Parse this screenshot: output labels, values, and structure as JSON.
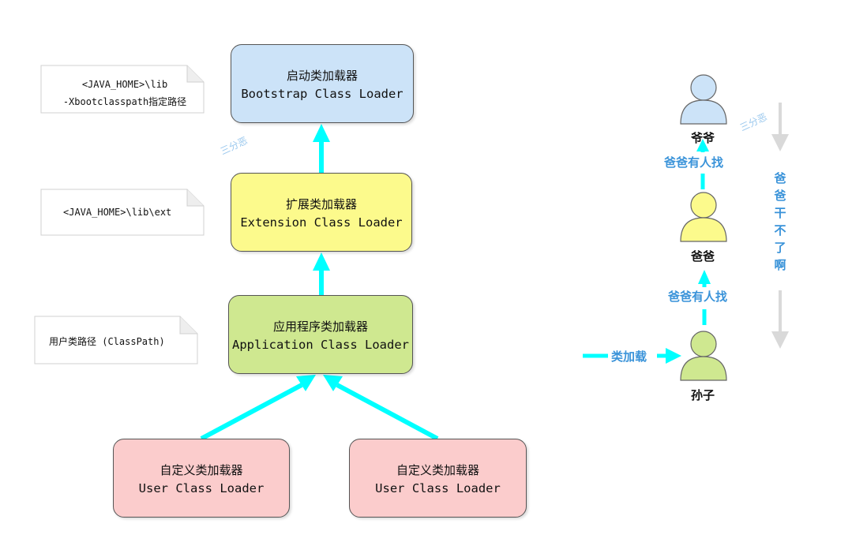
{
  "loaders": {
    "bootstrap": {
      "zh": "启动类加载器",
      "en": "Bootstrap Class Loader"
    },
    "extension": {
      "zh": "扩展类加载器",
      "en": "Extension Class Loader"
    },
    "application": {
      "zh": "应用程序类加载器",
      "en": "Application Class Loader"
    },
    "user1": {
      "zh": "自定义类加载器",
      "en": "User Class Loader"
    },
    "user2": {
      "zh": "自定义类加载器",
      "en": "User Class Loader"
    }
  },
  "notes": {
    "bootstrap_line1": "<JAVA_HOME>\\lib",
    "bootstrap_line2": "-Xbootclasspath指定路径",
    "extension": "<JAVA_HOME>\\lib\\ext",
    "application": "用户类路径 (ClassPath)"
  },
  "analogy": {
    "grandpa": "爷爷",
    "father": "爸爸",
    "grandson": "孙子",
    "ask_father": "爸爸有人找",
    "ask_grandpa": "爸爸有人找",
    "class_load": "类加载",
    "side_text": "爸爸干不了啊"
  },
  "watermark": "三分恶",
  "colors": {
    "arrow": "#00ffff",
    "bootstrap": "#cce3f8",
    "extension": "#fcfa8c",
    "application": "#cfe890",
    "user": "#fbcccc",
    "grandpa": "#cce3f8",
    "father": "#fcfa8c",
    "grandson": "#cfe890",
    "label_blue": "#3a93d9",
    "grey_arrow": "#d9d9d9"
  }
}
